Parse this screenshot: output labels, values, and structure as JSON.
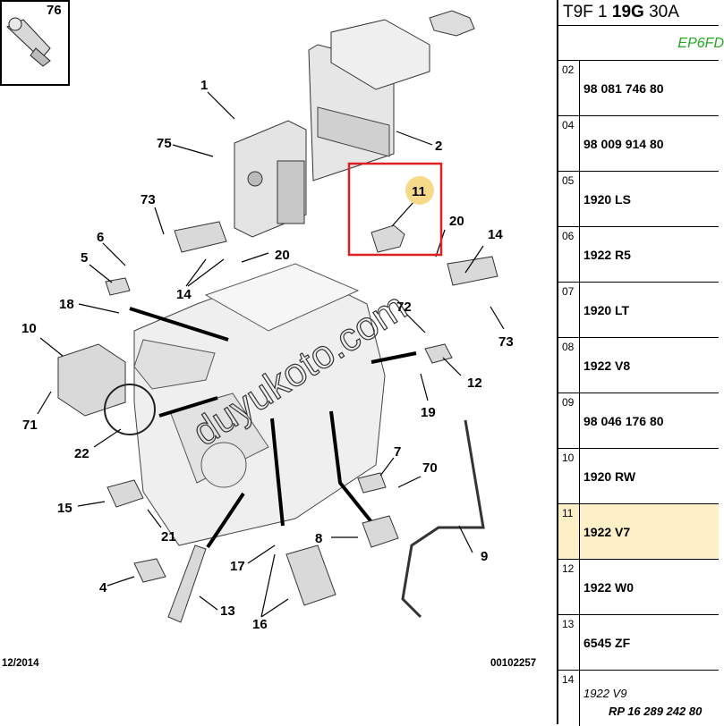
{
  "diagram": {
    "callouts": {
      "c76": "76",
      "c1": "1",
      "c2": "2",
      "c75": "75",
      "c11": "11",
      "c73a": "73",
      "c20a": "20",
      "c14a": "14",
      "c6": "6",
      "c5": "5",
      "c20b": "20",
      "c14b": "14",
      "c18": "18",
      "c72": "72",
      "c73b": "73",
      "c10": "10",
      "c12": "12",
      "c71": "71",
      "c19": "19",
      "c22": "22",
      "c7": "7",
      "c70": "70",
      "c15": "15",
      "c21": "21",
      "c8": "8",
      "c9": "9",
      "c17": "17",
      "c4": "4",
      "c13": "13",
      "c16": "16"
    },
    "date_label": "12/2014",
    "diagram_code": "00102257",
    "watermark": "duyukoto.com",
    "highlight_color": "#e02020",
    "selected_badge_color": "#f7d98a"
  },
  "parts_table": {
    "header_prefix": "T9F 1",
    "header_bold": "19G",
    "header_suffix": "30A",
    "engine_code": "EP6FD",
    "rows": [
      {
        "num": "02",
        "ref": "98 081 746 80"
      },
      {
        "num": "04",
        "ref": "98 009 914 80"
      },
      {
        "num": "05",
        "ref": "1920 LS"
      },
      {
        "num": "06",
        "ref": "1922 R5"
      },
      {
        "num": "07",
        "ref": "1920 LT"
      },
      {
        "num": "08",
        "ref": "1922 V8"
      },
      {
        "num": "09",
        "ref": "98 046 176 80"
      },
      {
        "num": "10",
        "ref": "1920 RW"
      },
      {
        "num": "11",
        "ref": "1922 V7"
      },
      {
        "num": "12",
        "ref": "1922 W0"
      },
      {
        "num": "13",
        "ref": "6545 ZF"
      },
      {
        "num": "14",
        "ref": "1922 V9",
        "ref2": "RP 16 289 242 80"
      }
    ],
    "selected_row_color": "#fdf0c6",
    "engine_code_color": "#22aa22"
  }
}
